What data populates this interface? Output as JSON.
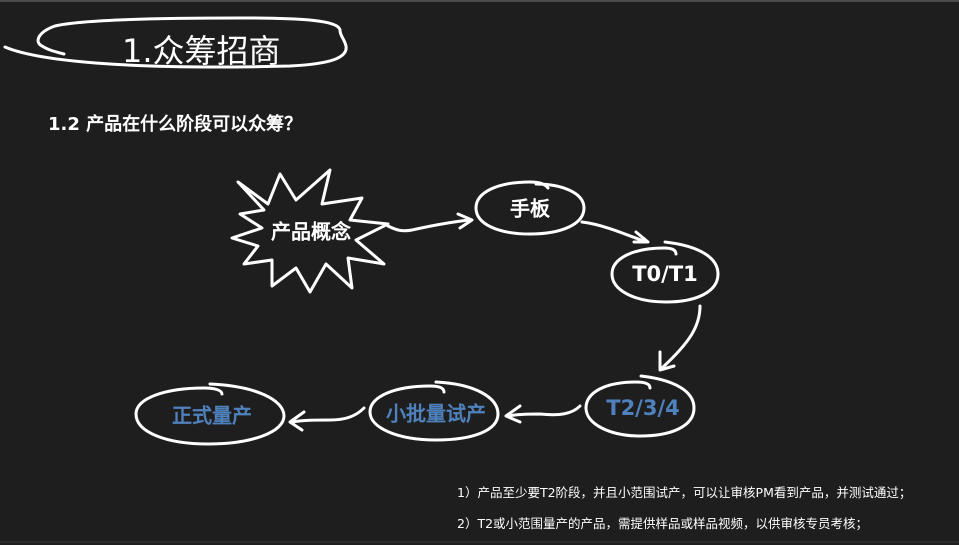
{
  "slide": {
    "title": "1.众筹招商",
    "subtitle": "1.2 产品在什么阶段可以众筹？"
  },
  "flow": {
    "nodes": [
      {
        "id": "concept",
        "label": "产品概念",
        "shape": "starburst",
        "color": "#ffffff"
      },
      {
        "id": "prototype",
        "label": "手板",
        "shape": "ellipse",
        "color": "#ffffff"
      },
      {
        "id": "t0t1",
        "label": "T0/T1",
        "shape": "ellipse",
        "color": "#ffffff"
      },
      {
        "id": "t234",
        "label": "T2/3/4",
        "shape": "ellipse",
        "color": "#4f81bd"
      },
      {
        "id": "pilot",
        "label": "小批量试产",
        "shape": "ellipse",
        "color": "#4f81bd"
      },
      {
        "id": "mass",
        "label": "正式量产",
        "shape": "ellipse",
        "color": "#4f81bd"
      }
    ],
    "edges": [
      [
        "concept",
        "prototype"
      ],
      [
        "prototype",
        "t0t1"
      ],
      [
        "t0t1",
        "t234"
      ],
      [
        "t234",
        "pilot"
      ],
      [
        "pilot",
        "mass"
      ]
    ]
  },
  "notes": [
    "1）产品至少要T2阶段，并且小范围试产，可以让审核PM看到产品，并测试通过；",
    "2）T2或小范围量产的产品，需提供样品或样品视频，以供审核专员考核；"
  ],
  "colors": {
    "background": "#1e1e1e",
    "ink": "#ffffff",
    "highlight": "#4f81bd"
  }
}
